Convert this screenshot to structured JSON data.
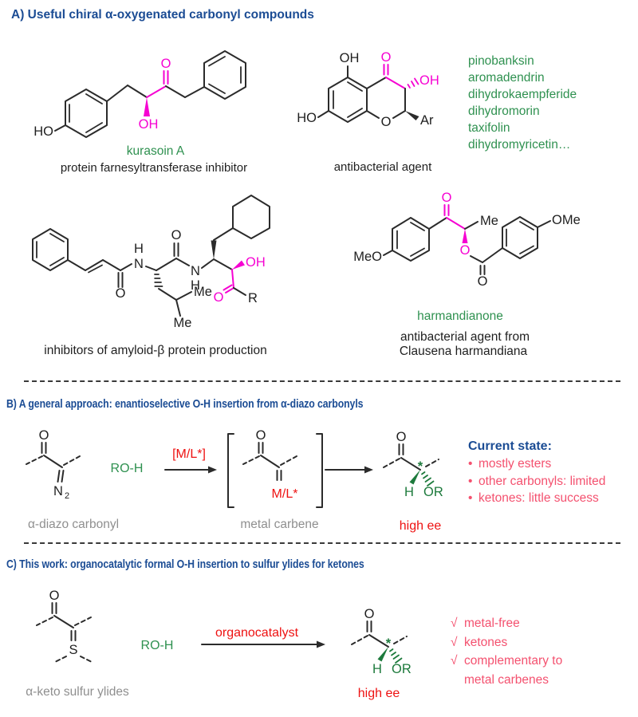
{
  "colors": {
    "header_blue": "#1b4c94",
    "green": "#2f9150",
    "magenta": "#f602d2",
    "red": "#ee1111",
    "pink": "#f4516f",
    "gray": "#8f8f8f"
  },
  "section_a": {
    "header": "A) Useful chiral α-oxygenated carbonyl compounds",
    "kurasoin": {
      "name": "kurasoin A",
      "caption": "protein farnesyltransferase inhibitor",
      "atom_ho": "HO",
      "atom_oh": "OH",
      "atom_o": "O"
    },
    "flavanonol": {
      "caption": "antibacterial agent",
      "atom_oh_top": "OH",
      "atom_o_carbonyl": "O",
      "atom_oh_c3": "OH",
      "atom_ho": "HO",
      "atom_o_ring": "O",
      "atom_ar": "Ar",
      "examples": [
        "pinobanksin",
        "aromadendrin",
        "dihydrokaempferide",
        "dihydromorin",
        "taxifolin",
        "dihydromyricetin…"
      ]
    },
    "amyloid": {
      "caption": "inhibitors of amyloid-β protein production",
      "atom_o_amide1": "O",
      "atom_h1": "H",
      "atom_n1": "N",
      "atom_o_amide2": "O",
      "atom_n2": "N",
      "atom_h2": "H",
      "atom_me_right": "Me",
      "atom_me_bottom": "Me",
      "atom_oh": "OH",
      "atom_o_acyl": "O",
      "atom_r": "R"
    },
    "harmandianone": {
      "name": "harmandianone",
      "caption_line1": "antibacterial agent from",
      "caption_line2": "Clausena harmandiana",
      "atom_meo": "MeO",
      "atom_o_ketone": "O",
      "atom_me": "Me",
      "atom_o_ester": "O",
      "atom_o_ester_dbl": "O",
      "atom_ome": "OMe"
    }
  },
  "section_b": {
    "header": "B) A general approach: enantioselective O-H insertion from α-diazo carbonyls",
    "diazo": {
      "atom_o": "O",
      "atom_n": "N",
      "atom_n_sub": "2",
      "label": "α-diazo carbonyl"
    },
    "reagent": "RO-H",
    "arrow_label": "[M/L*]",
    "carbene": {
      "atom_o": "O",
      "atom_ml": "M/L*",
      "label": "metal carbene"
    },
    "product": {
      "atom_o": "O",
      "atom_star": "*",
      "atom_h": "H",
      "atom_or": "OR",
      "label": "high ee"
    },
    "state": {
      "title": "Current state:",
      "bullet_glyph": "•",
      "bullets": [
        "mostly esters",
        "other carbonyls: limited",
        "ketones: little success"
      ]
    }
  },
  "section_c": {
    "header": "C) This work: organocatalytic formal O-H insertion to sulfur ylides for ketones",
    "ylide": {
      "atom_o": "O",
      "atom_s": "S",
      "label": "α-keto sulfur ylides"
    },
    "reagent": "RO-H",
    "arrow_label": "organocatalyst",
    "product": {
      "atom_o": "O",
      "atom_star": "*",
      "atom_h": "H",
      "atom_or": "OR",
      "label": "high ee"
    },
    "checks": {
      "items": [
        {
          "mark": "√",
          "text": "metal-free"
        },
        {
          "mark": "√",
          "text": "ketones"
        },
        {
          "mark": "√",
          "text": "complementary to"
        },
        {
          "mark": "",
          "text": "metal carbenes"
        }
      ]
    }
  }
}
